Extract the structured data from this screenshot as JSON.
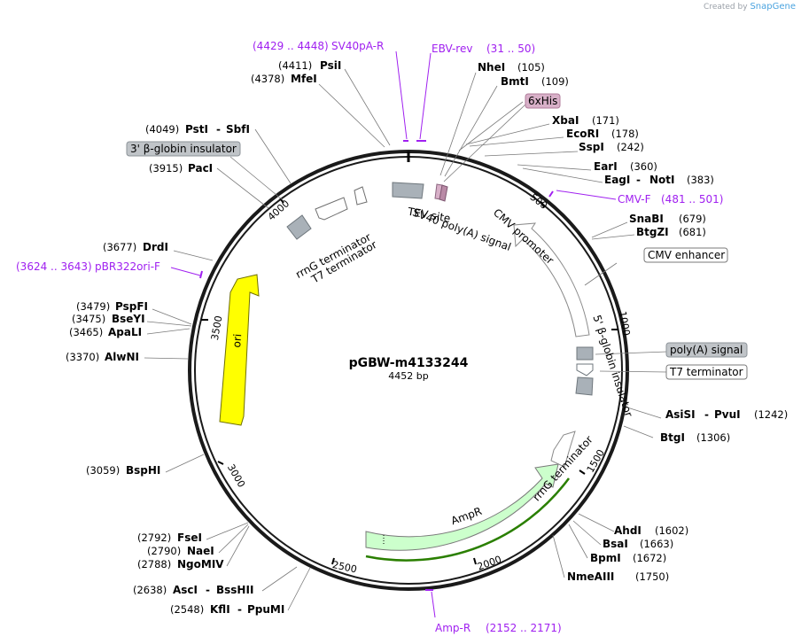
{
  "credit": {
    "prefix": "Created by",
    "brand": "SnapGene"
  },
  "plasmid": {
    "name": "pGBW-m4133244",
    "length": "4452 bp"
  },
  "ticks": [
    "500",
    "1000",
    "1500",
    "2000",
    "2500",
    "3000",
    "3500",
    "4000"
  ],
  "sites": [
    {
      "name": "PsiI",
      "pos": "(4411)"
    },
    {
      "name": "MfeI",
      "pos": "(4378)"
    },
    {
      "name": "NheI",
      "pos": "(105)"
    },
    {
      "name": "BmtI",
      "pos": "(109)"
    },
    {
      "name": "XbaI",
      "pos": "(171)"
    },
    {
      "name": "EcoRI",
      "pos": "(178)"
    },
    {
      "name": "SspI",
      "pos": "(242)"
    },
    {
      "name": "EarI",
      "pos": "(360)"
    },
    {
      "name": "EagI",
      "name2": "NotI",
      "pos": "(383)"
    },
    {
      "name": "SnaBI",
      "pos": "(679)"
    },
    {
      "name": "BtgZI",
      "pos": "(681)"
    },
    {
      "name": "AsiSI",
      "name2": "PvuI",
      "pos": "(1242)"
    },
    {
      "name": "BtgI",
      "pos": "(1306)"
    },
    {
      "name": "AhdI",
      "pos": "(1602)"
    },
    {
      "name": "BsaI",
      "pos": "(1663)"
    },
    {
      "name": "BpmI",
      "pos": "(1672)"
    },
    {
      "name": "NmeAIII",
      "pos": "(1750)"
    },
    {
      "name": "PstI",
      "name2": "SbfI",
      "pos": "(4049)"
    },
    {
      "name": "PacI",
      "pos": "(3915)"
    },
    {
      "name": "DrdI",
      "pos": "(3677)"
    },
    {
      "name": "PspFI",
      "pos": "(3479)"
    },
    {
      "name": "BseYI",
      "pos": "(3475)"
    },
    {
      "name": "ApaLI",
      "pos": "(3465)"
    },
    {
      "name": "AlwNI",
      "pos": "(3370)"
    },
    {
      "name": "BspHI",
      "pos": "(3059)"
    },
    {
      "name": "FseI",
      "pos": "(2792)"
    },
    {
      "name": "NaeI",
      "pos": "(2790)"
    },
    {
      "name": "NgoMIV",
      "pos": "(2788)"
    },
    {
      "name": "AscI",
      "name2": "BssHII",
      "pos": "(2638)"
    },
    {
      "name": "KflI",
      "name2": "PpuMI",
      "pos": "(2548)"
    }
  ],
  "primers": [
    {
      "name": "SV40pA-R",
      "range": "(4429 .. 4448)"
    },
    {
      "name": "EBV-rev",
      "range": "(31 .. 50)"
    },
    {
      "name": "CMV-F",
      "range": "(481 .. 501)"
    },
    {
      "name": "pBR322ori-F",
      "range": "(3624 .. 3643)"
    },
    {
      "name": "Amp-R",
      "range": "(2152 .. 2171)"
    }
  ],
  "boxed_features": [
    "6xHis",
    "3' β-globin insulator",
    "CMV enhancer",
    "poly(A) signal",
    "T7 terminator"
  ],
  "features": {
    "tev": "TEV site",
    "sv40": "SV40 poly(A) signal",
    "cmv_promoter": "CMV promoter",
    "globin5": "5' β-globin insulator",
    "rrng_top": "rrnG terminator",
    "t7_top": "T7 terminator",
    "ori": "ori",
    "ampr": "AmpR",
    "rrng_bottom": "rrnG terminator"
  },
  "colors": {
    "primer": "#a020f0",
    "ori": "#ffff00",
    "ampr": "#ccffcc",
    "ampr_border": "#2a7f00",
    "terminator": "#a9b1b8",
    "his": "#d8b0c8",
    "tev": "#b98aa6"
  }
}
